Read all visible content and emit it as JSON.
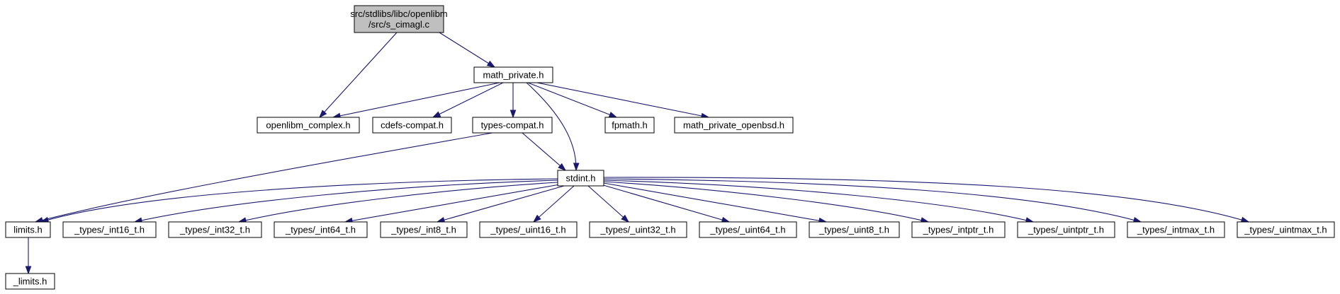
{
  "nodes": [
    {
      "id": "root",
      "lines": [
        "src/stdlibs/libc/openlibm",
        "/src/s_cimagl.c"
      ],
      "root": true
    },
    {
      "id": "math_private",
      "lines": [
        "math_private.h"
      ]
    },
    {
      "id": "openlibm_complex",
      "lines": [
        "openlibm_complex.h"
      ]
    },
    {
      "id": "cdefs_compat",
      "lines": [
        "cdefs-compat.h"
      ]
    },
    {
      "id": "types_compat",
      "lines": [
        "types-compat.h"
      ]
    },
    {
      "id": "fpmath",
      "lines": [
        "fpmath.h"
      ]
    },
    {
      "id": "math_private_openbsd",
      "lines": [
        "math_private_openbsd.h"
      ]
    },
    {
      "id": "stdint",
      "lines": [
        "stdint.h"
      ]
    },
    {
      "id": "limits",
      "lines": [
        "limits.h"
      ]
    },
    {
      "id": "int16",
      "lines": [
        "_types/_int16_t.h"
      ]
    },
    {
      "id": "int32",
      "lines": [
        "_types/_int32_t.h"
      ]
    },
    {
      "id": "int64",
      "lines": [
        "_types/_int64_t.h"
      ]
    },
    {
      "id": "int8",
      "lines": [
        "_types/_int8_t.h"
      ]
    },
    {
      "id": "uint16",
      "lines": [
        "_types/_uint16_t.h"
      ]
    },
    {
      "id": "uint32",
      "lines": [
        "_types/_uint32_t.h"
      ]
    },
    {
      "id": "uint64",
      "lines": [
        "_types/_uint64_t.h"
      ]
    },
    {
      "id": "uint8",
      "lines": [
        "_types/_uint8_t.h"
      ]
    },
    {
      "id": "intptr",
      "lines": [
        "_types/_intptr_t.h"
      ]
    },
    {
      "id": "uintptr",
      "lines": [
        "_types/_uintptr_t.h"
      ]
    },
    {
      "id": "intmax",
      "lines": [
        "_types/_intmax_t.h"
      ]
    },
    {
      "id": "uintmax",
      "lines": [
        "_types/_uintmax_t.h"
      ]
    },
    {
      "id": "_limits",
      "lines": [
        "_limits.h"
      ]
    }
  ],
  "edges": [
    [
      "root",
      "openlibm_complex"
    ],
    [
      "root",
      "math_private"
    ],
    [
      "math_private",
      "openlibm_complex"
    ],
    [
      "math_private",
      "cdefs_compat"
    ],
    [
      "math_private",
      "types_compat"
    ],
    [
      "math_private",
      "stdint"
    ],
    [
      "math_private",
      "fpmath"
    ],
    [
      "math_private",
      "math_private_openbsd"
    ],
    [
      "types_compat",
      "limits"
    ],
    [
      "types_compat",
      "stdint"
    ],
    [
      "stdint",
      "limits"
    ],
    [
      "stdint",
      "int16"
    ],
    [
      "stdint",
      "int32"
    ],
    [
      "stdint",
      "int64"
    ],
    [
      "stdint",
      "int8"
    ],
    [
      "stdint",
      "uint16"
    ],
    [
      "stdint",
      "uint32"
    ],
    [
      "stdint",
      "uint64"
    ],
    [
      "stdint",
      "uint8"
    ],
    [
      "stdint",
      "intptr"
    ],
    [
      "stdint",
      "uintptr"
    ],
    [
      "stdint",
      "intmax"
    ],
    [
      "stdint",
      "uintmax"
    ],
    [
      "limits",
      "_limits"
    ]
  ],
  "colors": {
    "edge": "#191970",
    "root_fill": "#bfbfbf",
    "node_fill": "#ffffff",
    "node_stroke": "#000000"
  }
}
